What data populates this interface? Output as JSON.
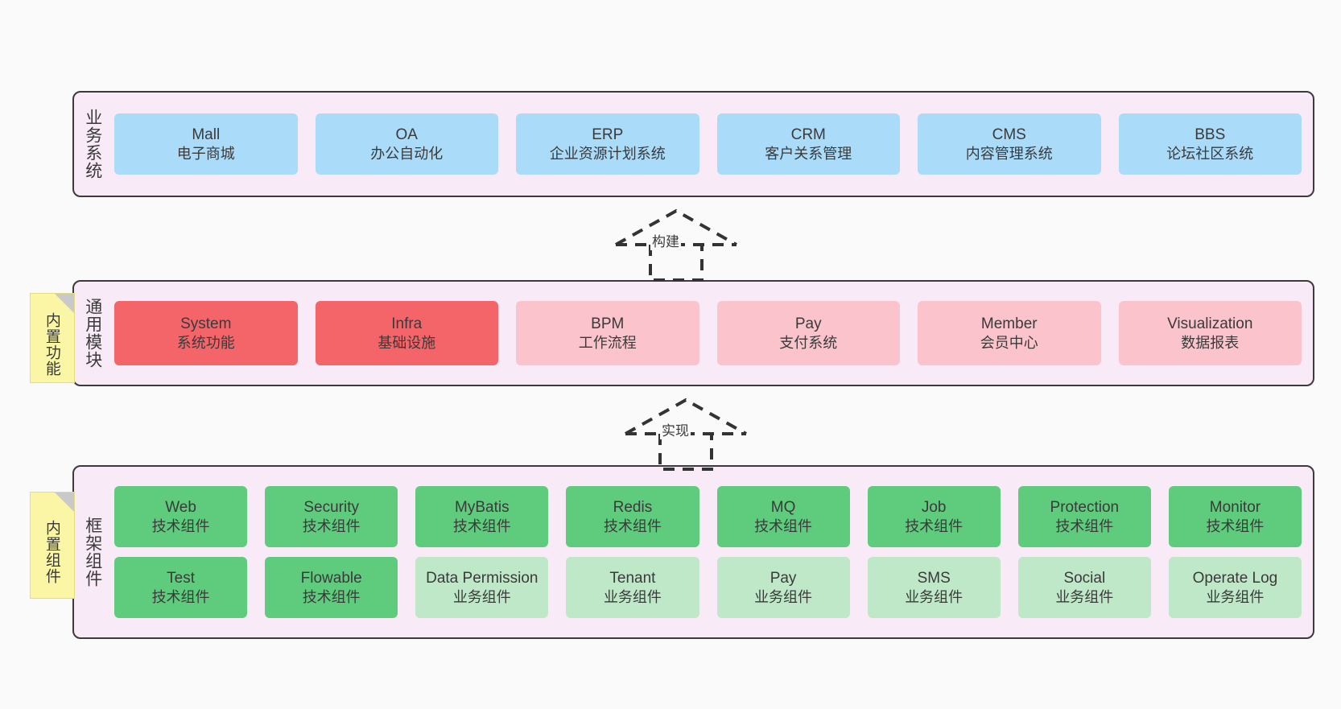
{
  "diagram": {
    "title_hidden": "",
    "background": "#fafafa",
    "panel_fill": "#f8eaf6",
    "panel_stroke": "#3b3b3b",
    "note_fill": "#fbf6a5",
    "note_fold": "#c9c9c9"
  },
  "layers": [
    {
      "id": "business",
      "title": "业务系统",
      "note": null,
      "rows": [
        {
          "nodes": [
            {
              "name": "Mall",
              "desc": "电子商城",
              "color": "#aadcfa",
              "style": "blue"
            },
            {
              "name": "OA",
              "desc": "办公自动化",
              "color": "#aadcfa",
              "style": "blue"
            },
            {
              "name": "ERP",
              "desc": "企业资源计划系统",
              "color": "#aadcfa",
              "style": "blue"
            },
            {
              "name": "CRM",
              "desc": "客户关系管理",
              "color": "#aadcfa",
              "style": "blue"
            },
            {
              "name": "CMS",
              "desc": "内容管理系统",
              "color": "#aadcfa",
              "style": "blue"
            },
            {
              "name": "BBS",
              "desc": "论坛社区系统",
              "color": "#aadcfa",
              "style": "blue"
            }
          ]
        }
      ]
    },
    {
      "id": "modules",
      "title": "通用模块",
      "note": "内置功能",
      "rows": [
        {
          "nodes": [
            {
              "name": "System",
              "desc": "系统功能",
              "color": "#f4656a",
              "style": "red"
            },
            {
              "name": "Infra",
              "desc": "基础设施",
              "color": "#f4656a",
              "style": "red"
            },
            {
              "name": "BPM",
              "desc": "工作流程",
              "color": "#fbc4cd",
              "style": "pink"
            },
            {
              "name": "Pay",
              "desc": "支付系统",
              "color": "#fbc4cd",
              "style": "pink"
            },
            {
              "name": "Member",
              "desc": "会员中心",
              "color": "#fbc4cd",
              "style": "pink"
            },
            {
              "name": "Visualization",
              "desc": "数据报表",
              "color": "#fbc4cd",
              "style": "pink"
            }
          ]
        }
      ]
    },
    {
      "id": "framework",
      "title": "框架组件",
      "note": "内置组件",
      "rows": [
        {
          "nodes": [
            {
              "name": "Web",
              "desc": "技术组件",
              "color": "#5fcc7d",
              "style": "green"
            },
            {
              "name": "Security",
              "desc": "技术组件",
              "color": "#5fcc7d",
              "style": "green"
            },
            {
              "name": "MyBatis",
              "desc": "技术组件",
              "color": "#5fcc7d",
              "style": "green"
            },
            {
              "name": "Redis",
              "desc": "技术组件",
              "color": "#5fcc7d",
              "style": "green"
            },
            {
              "name": "MQ",
              "desc": "技术组件",
              "color": "#5fcc7d",
              "style": "green"
            },
            {
              "name": "Job",
              "desc": "技术组件",
              "color": "#5fcc7d",
              "style": "green"
            },
            {
              "name": "Protection",
              "desc": "技术组件",
              "color": "#5fcc7d",
              "style": "green"
            },
            {
              "name": "Monitor",
              "desc": "技术组件",
              "color": "#5fcc7d",
              "style": "green"
            }
          ]
        },
        {
          "nodes": [
            {
              "name": "Test",
              "desc": "技术组件",
              "color": "#5fcc7d",
              "style": "green"
            },
            {
              "name": "Flowable",
              "desc": "技术组件",
              "color": "#5fcc7d",
              "style": "green"
            },
            {
              "name": "Data Permission",
              "desc": "业务组件",
              "color": "#bfe8c9",
              "style": "green-lite"
            },
            {
              "name": "Tenant",
              "desc": "业务组件",
              "color": "#bfe8c9",
              "style": "green-lite"
            },
            {
              "name": "Pay",
              "desc": "业务组件",
              "color": "#bfe8c9",
              "style": "green-lite"
            },
            {
              "name": "SMS",
              "desc": "业务组件",
              "color": "#bfe8c9",
              "style": "green-lite"
            },
            {
              "name": "Social",
              "desc": "业务组件",
              "color": "#bfe8c9",
              "style": "green-lite"
            },
            {
              "name": "Operate Log",
              "desc": "业务组件",
              "color": "#bfe8c9",
              "style": "green-lite"
            }
          ]
        }
      ]
    }
  ],
  "relations": [
    {
      "id": "build",
      "label": "构建",
      "from": "modules",
      "to": "business",
      "style": "dashed-hollow-arrow"
    },
    {
      "id": "implement",
      "label": "实现",
      "from": "framework",
      "to": "modules",
      "style": "dashed-hollow-arrow"
    }
  ]
}
